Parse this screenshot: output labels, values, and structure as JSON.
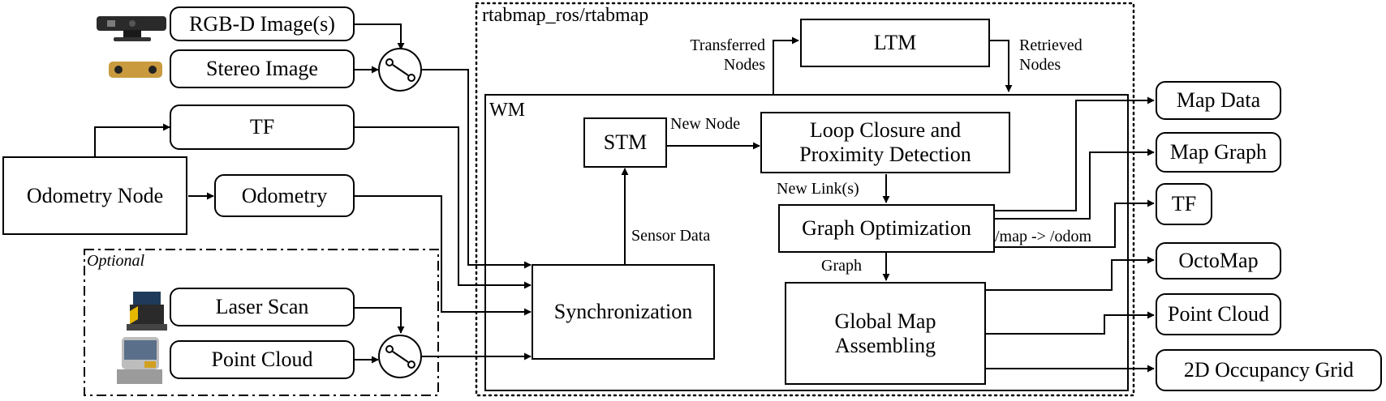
{
  "container_titles": {
    "rtabmap": "rtabmap_ros/rtabmap",
    "wm": "WM",
    "optional": "Optional"
  },
  "inputs": {
    "rgbd": "RGB-D Image(s)",
    "stereo": "Stereo Image",
    "tf": "TF",
    "odometry_node": "Odometry Node",
    "odometry": "Odometry",
    "laser_scan": "Laser Scan",
    "point_cloud": "Point Cloud"
  },
  "internal": {
    "ltm": "LTM",
    "stm": "STM",
    "loop_closure_line1": "Loop Closure and",
    "loop_closure_line2": "Proximity Detection",
    "graph_optimization": "Graph Optimization",
    "synchronization": "Synchronization",
    "global_map_line1": "Global Map",
    "global_map_line2": "Assembling"
  },
  "edge_labels": {
    "transferred_line1": "Transferred",
    "transferred_line2": "Nodes",
    "retrieved_line1": "Retrieved",
    "retrieved_line2": "Nodes",
    "new_node": "New Node",
    "new_links": "New Link(s)",
    "sensor_data": "Sensor Data",
    "graph": "Graph",
    "map_odom": "/map -> /odom"
  },
  "outputs": {
    "map_data": "Map Data",
    "map_graph": "Map Graph",
    "tf": "TF",
    "octomap": "OctoMap",
    "point_cloud": "Point Cloud",
    "occupancy_grid": "2D Occupancy Grid"
  },
  "icons": [
    "kinect-sensor-icon",
    "stereo-camera-icon",
    "laser-scanner-icon",
    "lidar-3d-icon",
    "input-switch-icon"
  ]
}
